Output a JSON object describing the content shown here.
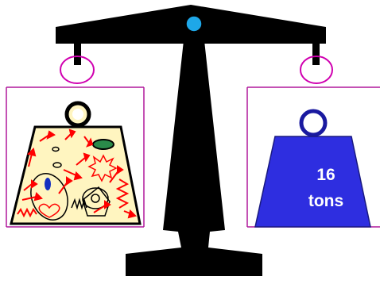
{
  "weight": {
    "line1": "16",
    "line2": "tons"
  },
  "colors": {
    "beam": "#000000",
    "pivot": "#1ea7e8",
    "rope": "#d000b0",
    "pan_border": "#b0189c",
    "sack_fill": "#fff5c0",
    "scribble": "#ff0000",
    "weight_fill": "#2e2ee0",
    "weight_text": "#ffffff"
  },
  "icons": {
    "left_item": "scribbled-sack-weight",
    "right_item": "iron-weight"
  }
}
